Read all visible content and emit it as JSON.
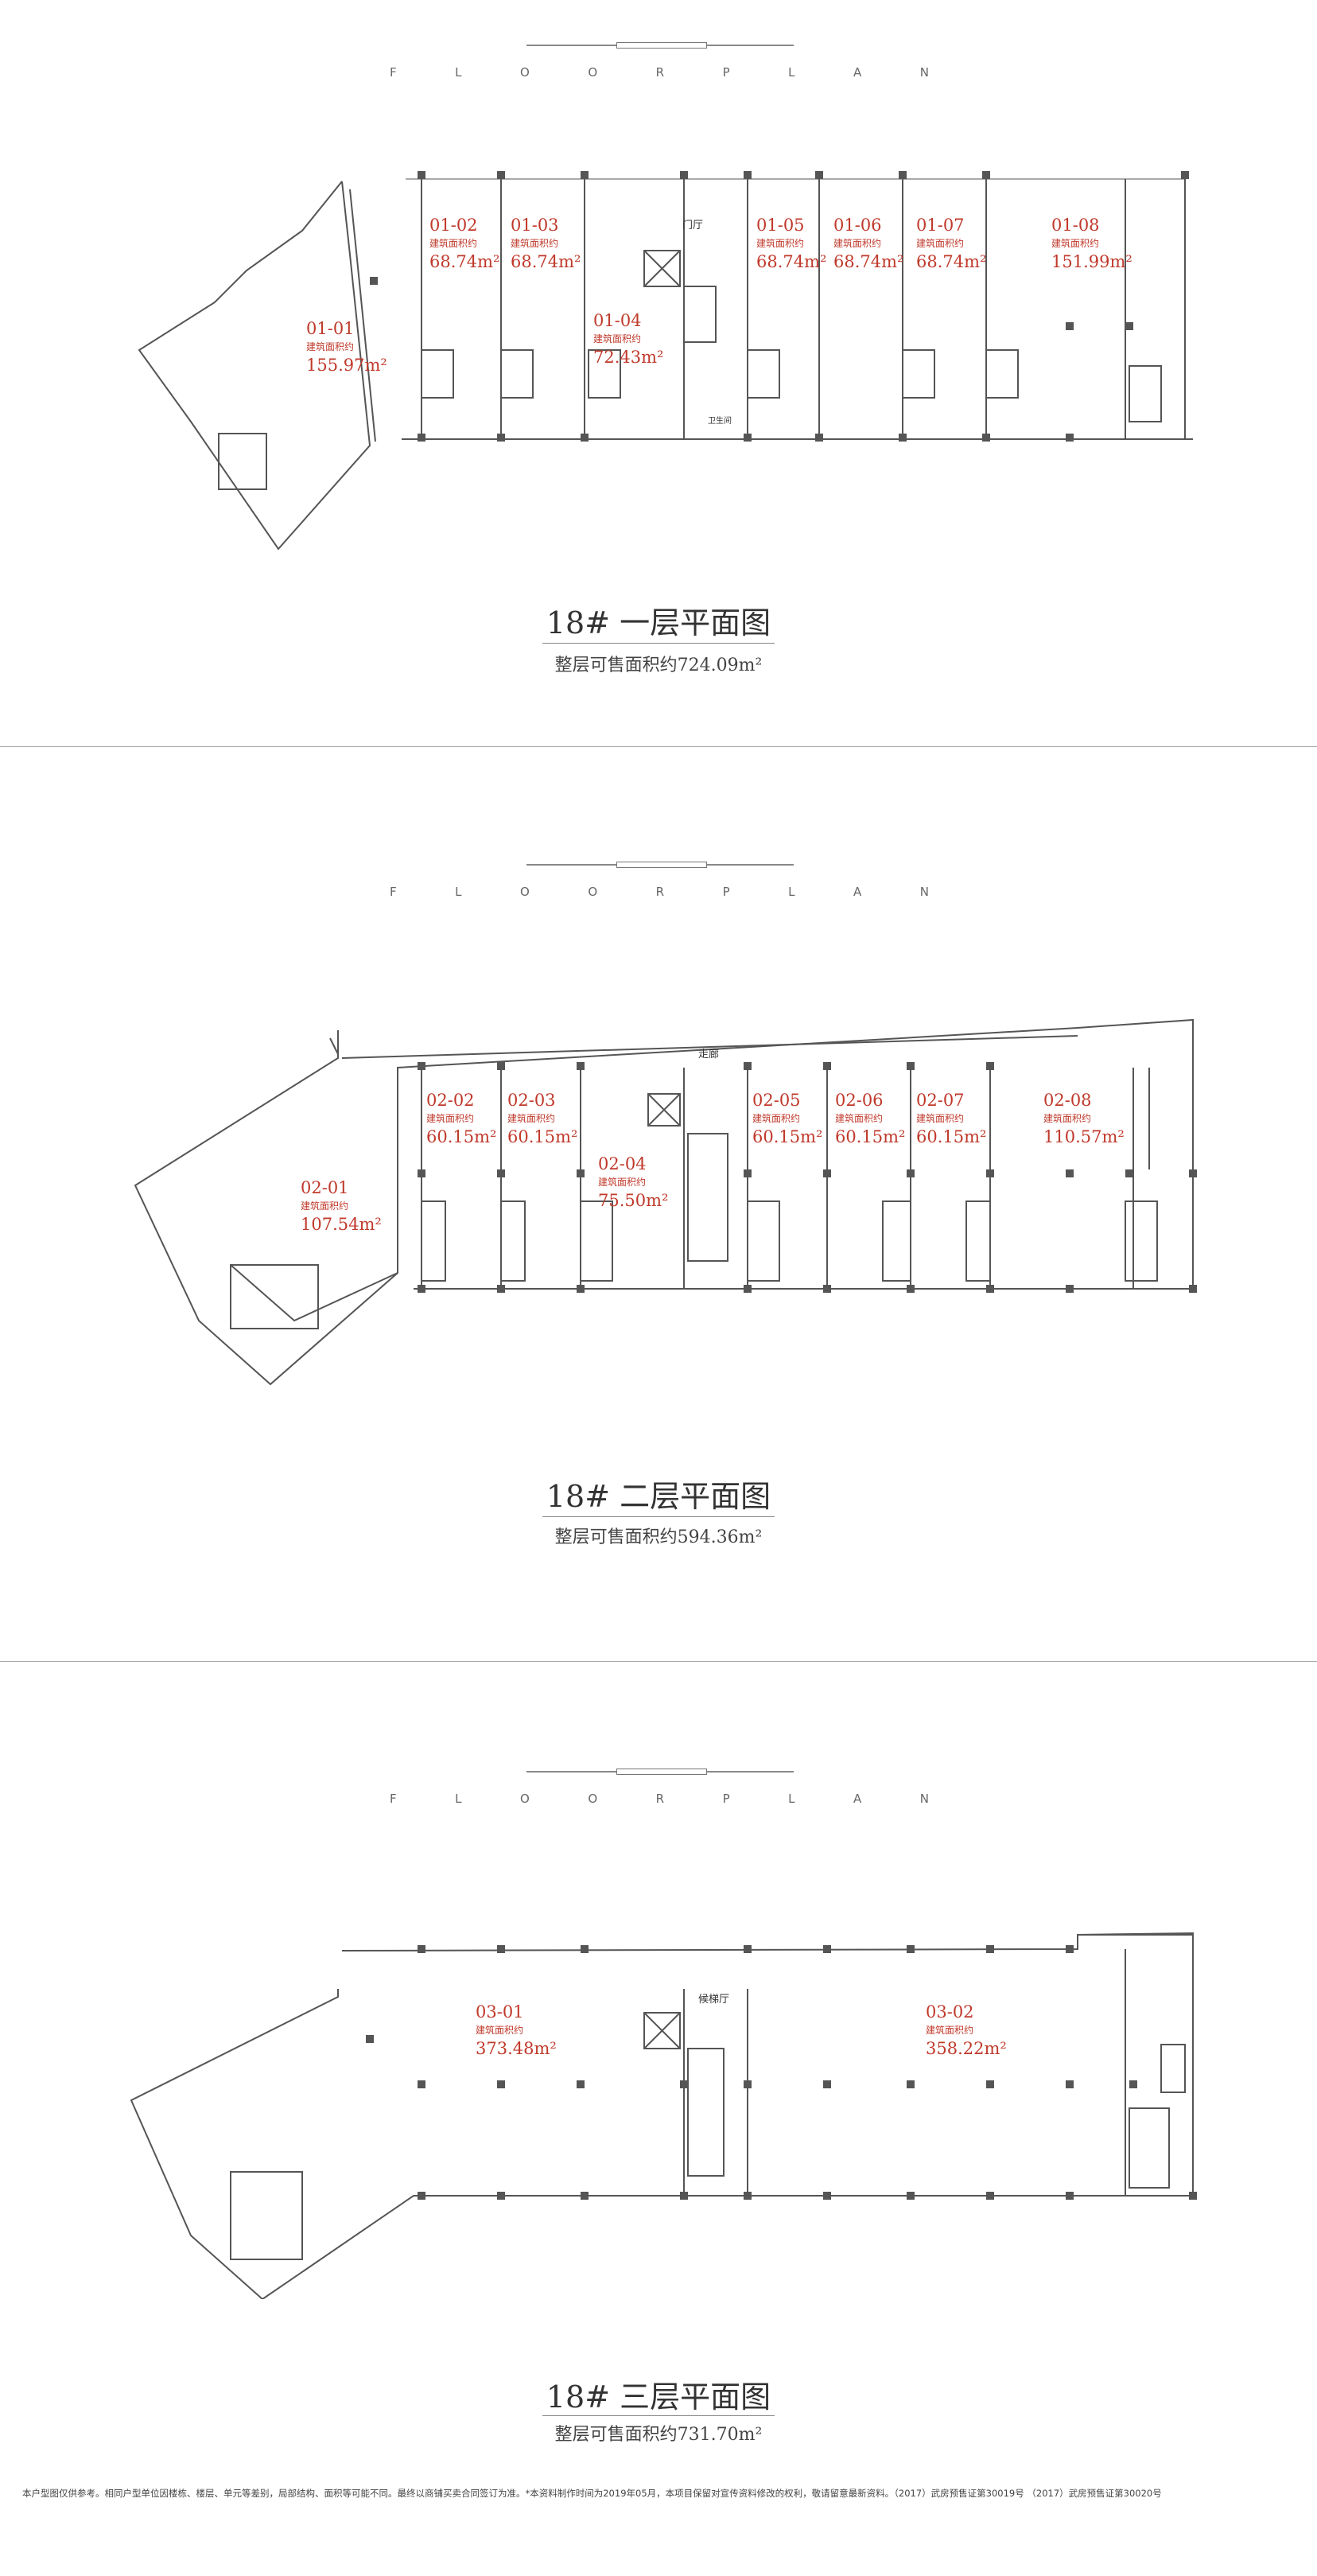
{
  "floorplan_letters": [
    "F",
    "L",
    "O",
    "O",
    "R",
    "P",
    "L",
    "A",
    "N"
  ],
  "unit_label": "建筑面积约",
  "floors": [
    {
      "title": "18# 一层平面图",
      "subtitle": "整层可售面积约724.09m²",
      "units": [
        {
          "code": "01-01",
          "area": "155.97m²"
        },
        {
          "code": "01-02",
          "area": "68.74m²"
        },
        {
          "code": "01-03",
          "area": "68.74m²"
        },
        {
          "code": "01-04",
          "area": "72.43m²"
        },
        {
          "code": "01-05",
          "area": "68.74m²"
        },
        {
          "code": "01-06",
          "area": "68.74m²"
        },
        {
          "code": "01-07",
          "area": "68.74m²"
        },
        {
          "code": "01-08",
          "area": "151.99m²"
        }
      ],
      "tags": {
        "lobby": "门厅",
        "restroom": "卫生间"
      }
    },
    {
      "title": "18# 二层平面图",
      "subtitle": "整层可售面积约594.36m²",
      "units": [
        {
          "code": "02-01",
          "area": "107.54m²"
        },
        {
          "code": "02-02",
          "area": "60.15m²"
        },
        {
          "code": "02-03",
          "area": "60.15m²"
        },
        {
          "code": "02-04",
          "area": "75.50m²"
        },
        {
          "code": "02-05",
          "area": "60.15m²"
        },
        {
          "code": "02-06",
          "area": "60.15m²"
        },
        {
          "code": "02-07",
          "area": "60.15m²"
        },
        {
          "code": "02-08",
          "area": "110.57m²"
        }
      ],
      "tags": {
        "corridor": "走廊"
      }
    },
    {
      "title": "18# 三层平面图",
      "subtitle": "整层可售面积约731.70m²",
      "units": [
        {
          "code": "03-01",
          "area": "373.48m²"
        },
        {
          "code": "03-02",
          "area": "358.22m²"
        }
      ],
      "tags": {
        "waiting_hall": "候梯厅"
      }
    }
  ],
  "footer": "本户型图仅供参考。相同户型单位因楼栋、楼层、单元等差别，局部结构、面积等可能不同。最终以商铺买卖合同签订为准。*本资料制作时间为2019年05月，本项目保留对宣传资料修改的权利，敬请留意最新资料。（2017）武房预售证第30019号  （2017）武房预售证第30020号",
  "colors": {
    "unit_text": "#c0392b",
    "line": "#555555"
  }
}
